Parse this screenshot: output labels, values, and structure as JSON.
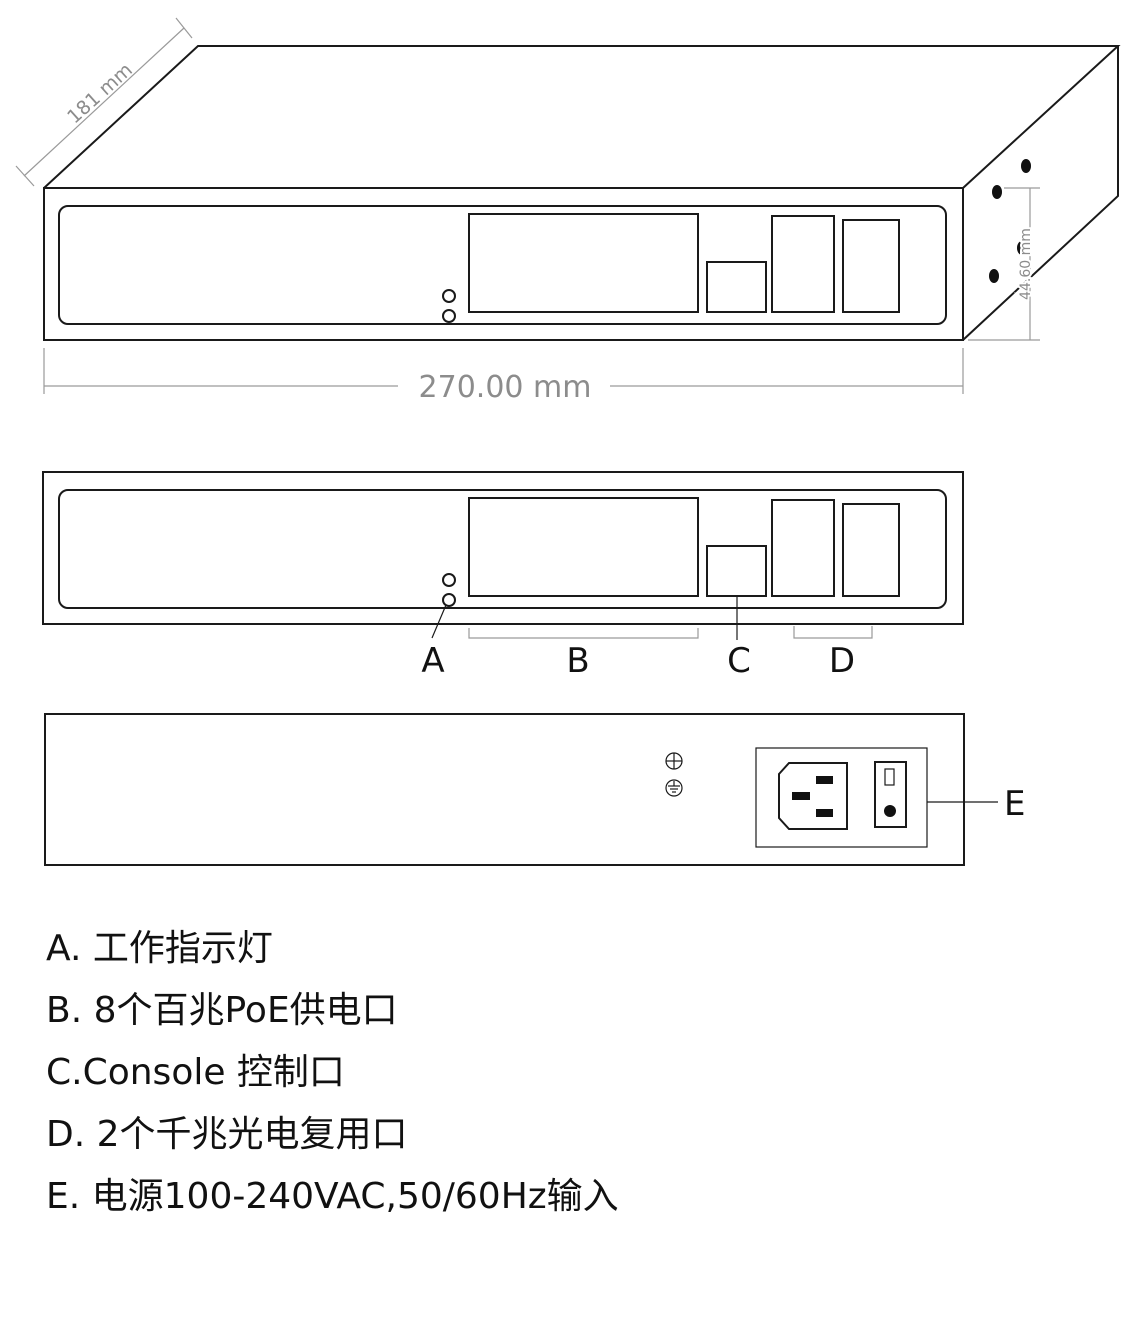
{
  "dimensions": {
    "depth": "181 mm",
    "width": "270.00 mm",
    "height": "44.60 mm"
  },
  "callouts": {
    "a": "A",
    "b": "B",
    "c": "C",
    "d": "D",
    "e": "E"
  },
  "icons": {
    "ground_top": "⊕",
    "ground_bottom": "⏚"
  },
  "legend": [
    "A. 工作指示灯",
    "B. 8个百兆PoE供电口",
    "C.Console 控制口",
    "D. 2个千兆光电复用口",
    "E. 电源100-240VAC,50/60Hz输入"
  ]
}
